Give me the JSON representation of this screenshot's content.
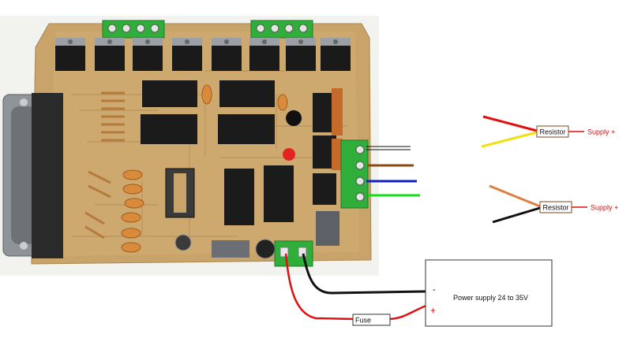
{
  "psu": {
    "label": "Power supply 24 to 35V",
    "minus": "-",
    "plus": "+"
  },
  "fuse": {
    "label": "Fuse"
  },
  "coil_a": {
    "resistor": "Resistor",
    "supply": "Supply +"
  },
  "coil_b": {
    "resistor": "Resistor",
    "supply": "Supply +"
  },
  "colors": {
    "pcb": "#c8a46a",
    "red_wire": "#e01010",
    "black_wire": "#111111",
    "yellow_wire": "#f0e010",
    "orange_wire": "#e08040",
    "brown_wire": "#8a4a10",
    "blue_wire": "#1020c0",
    "green_wire": "#10e010",
    "terminal_green": "#2fae3a"
  }
}
